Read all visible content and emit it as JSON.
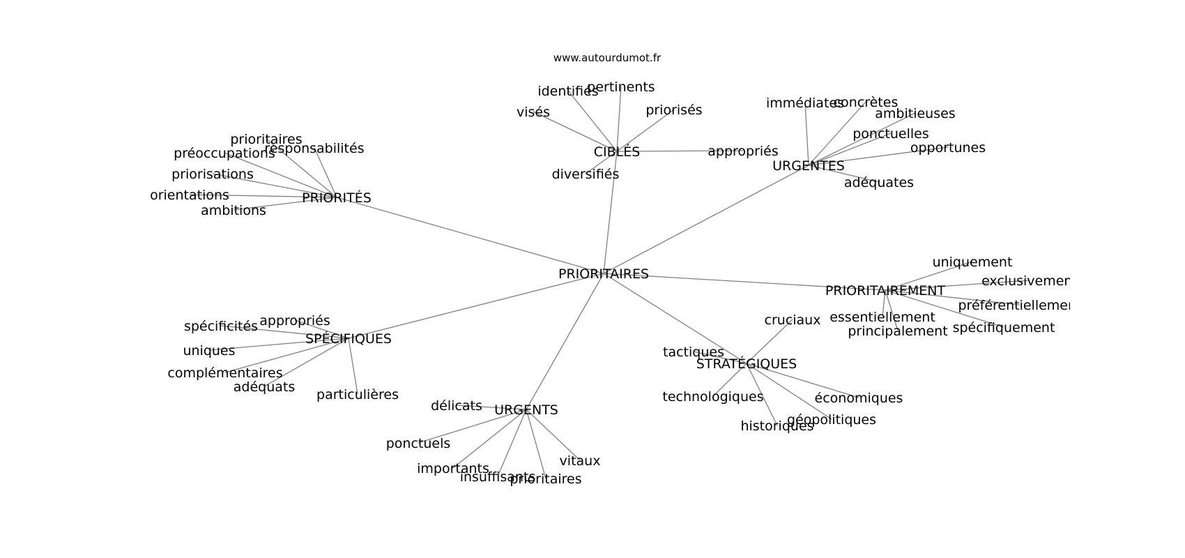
{
  "watermark": "www.autourdumot.fr",
  "graph": {
    "center": "PRIORITAIRES",
    "groups": [
      {
        "hub": "CIBLÉS",
        "words": [
          "identifiés",
          "pertinents",
          "visés",
          "priorisés",
          "appropriés",
          "diversifiés"
        ]
      },
      {
        "hub": "URGENTES",
        "words": [
          "immédiates",
          "concrètes",
          "ambitieuses",
          "ponctuelles",
          "opportunes",
          "adéquates"
        ]
      },
      {
        "hub": "PRIORITÉS",
        "words": [
          "prioritaires",
          "responsabilités",
          "préoccupations",
          "priorisations",
          "orientations",
          "ambitions"
        ]
      },
      {
        "hub": "PRIORITAIREMENT",
        "words": [
          "uniquement",
          "exclusivement",
          "préférentiellement",
          "essentiellement",
          "principalement",
          "spécifiquement"
        ]
      },
      {
        "hub": "SPÉCIFIQUES",
        "words": [
          "appropriés",
          "spécificités",
          "uniques",
          "complémentaires",
          "adéquats",
          "particulières"
        ]
      },
      {
        "hub": "STRATÉGIQUES",
        "words": [
          "cruciaux",
          "tactiques",
          "technologiques",
          "économiques",
          "géopolitiques",
          "historiques"
        ]
      },
      {
        "hub": "URGENTS",
        "words": [
          "délicats",
          "ponctuels",
          "importants",
          "insuffisants",
          "prioritaires",
          "vitaux"
        ]
      }
    ]
  }
}
